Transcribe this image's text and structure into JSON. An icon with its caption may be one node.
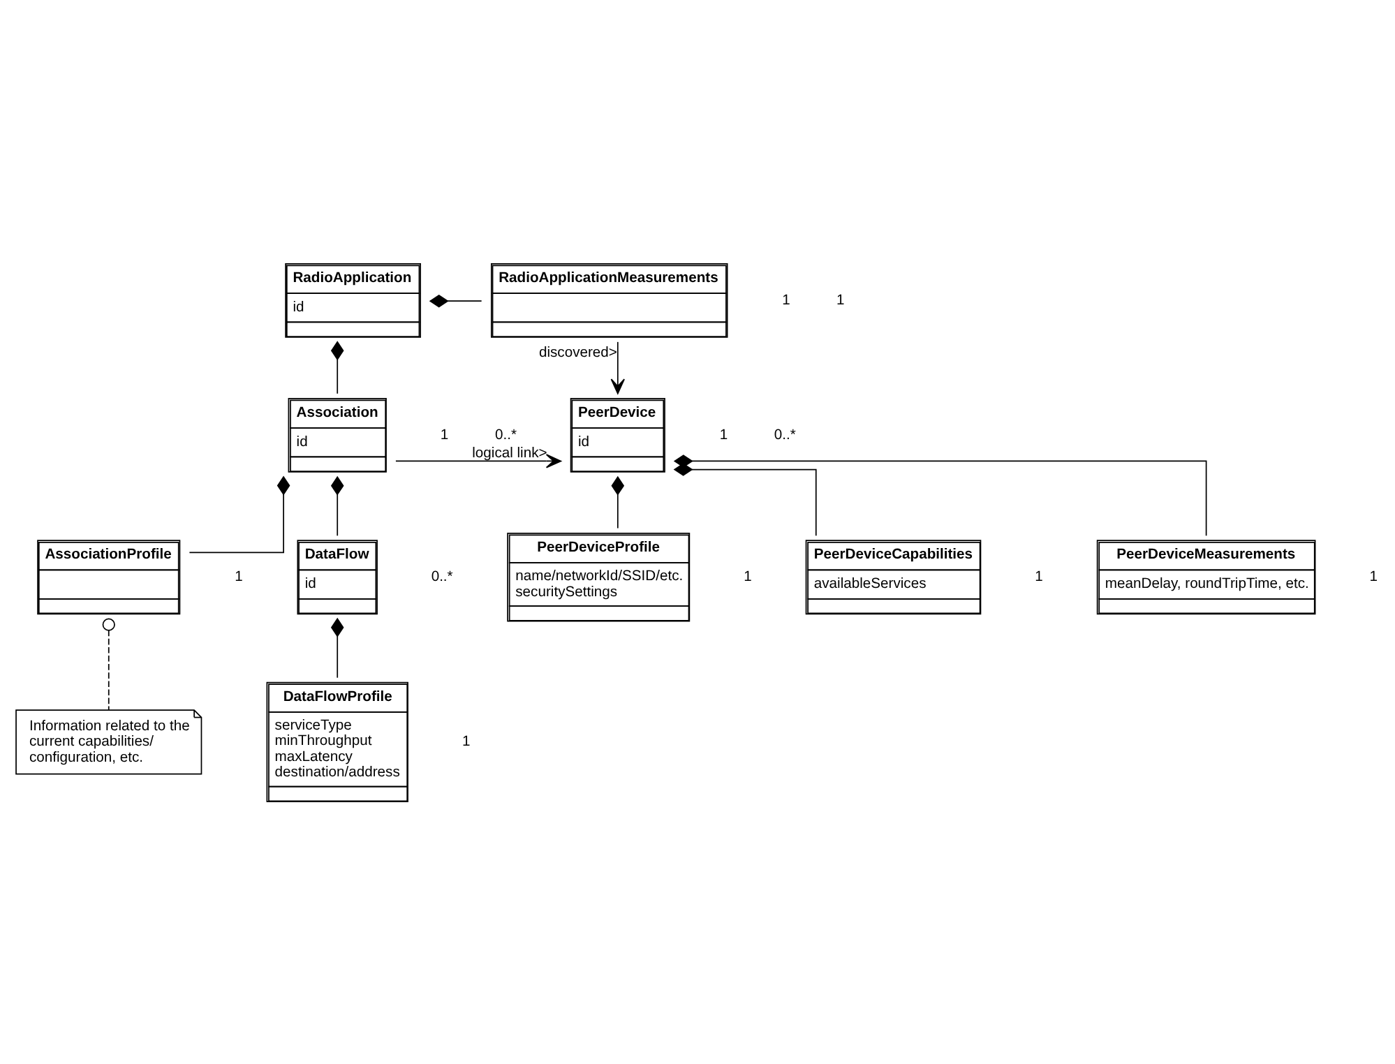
{
  "diagram": {
    "nodes": [
      {
        "text": [
          "RadioApplication",
          "id"
        ]
      },
      {
        "text": [
          "RadioApplicationMeasurements"
        ]
      },
      {
        "text": [
          "Association",
          "id"
        ]
      },
      {
        "text": [
          "PeerDevice",
          "id"
        ]
      },
      {
        "text": [
          "AssociationProfile"
        ]
      },
      {
        "text": [
          "PeerDeviceProfile",
          "name/networkId/SSID/etc.",
          "securitySettings"
        ]
      },
      {
        "text": [
          "Information related to the current capabilities/ configuration, etc."
        ]
      },
      {
        "text": [
          "DataFlow",
          "id"
        ]
      },
      {
        "text": [
          "PeerDeviceCapabilities",
          "availableServices"
        ]
      },
      {
        "text": [
          "DataFlowProfile",
          "serviceType",
          "minThroughput",
          "maxLatency",
          "destination/address"
        ]
      },
      {
        "text": [
          "PeerDeviceMeasurements",
          "meanDelay, roundTripTime, etc."
        ]
      }
    ],
    "edges": [
      {
        "from": 0,
        "to": 1,
        "arrow": "other"
      },
      {
        "from": 0,
        "to": 2,
        "arrow": "other"
      },
      {
        "from": 1,
        "to": 3,
        "arrow": "to",
        "label": "discovered>"
      },
      {
        "from": 2,
        "to": 3,
        "arrow": "to",
        "label": "logical link>"
      },
      {
        "from": 2,
        "to": 7,
        "arrow": "other"
      },
      {
        "from": 2,
        "to": 4,
        "arrow": "other"
      },
      {
        "from": 4,
        "to": 6,
        "arrow": "other",
        "style": "dashed"
      },
      {
        "from": 3,
        "to": 5,
        "arrow": "other"
      },
      {
        "from": 3,
        "to": 8,
        "arrow": "other"
      },
      {
        "from": 3,
        "to": 10,
        "arrow": "other"
      },
      {
        "from": 7,
        "to": 9,
        "arrow": "other"
      }
    ],
    "labels": [
      "1",
      "1",
      "0..*",
      "0..*",
      "1",
      "1",
      "1",
      "1",
      "0..*",
      "1",
      "1",
      "1"
    ]
  }
}
